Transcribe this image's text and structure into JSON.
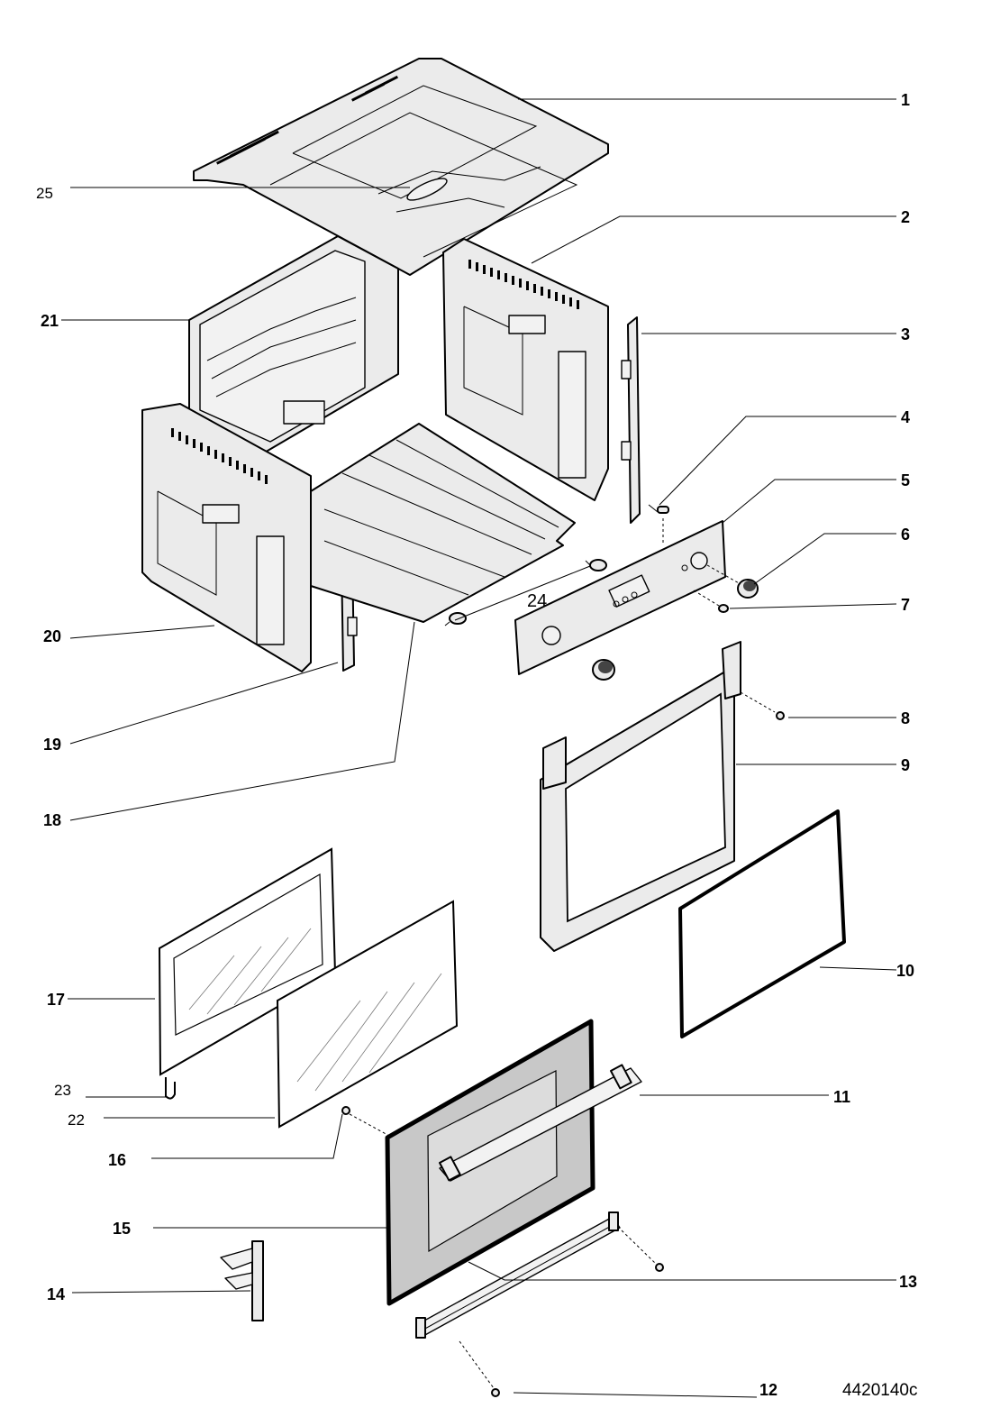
{
  "diagram": {
    "drawing_code": "4420140c",
    "callouts": [
      {
        "id": "c1",
        "label": "1",
        "weight": "bold"
      },
      {
        "id": "c2",
        "label": "2",
        "weight": "bold"
      },
      {
        "id": "c3",
        "label": "3",
        "weight": "bold"
      },
      {
        "id": "c4",
        "label": "4",
        "weight": "bold"
      },
      {
        "id": "c5",
        "label": "5",
        "weight": "bold"
      },
      {
        "id": "c6",
        "label": "6",
        "weight": "bold"
      },
      {
        "id": "c7",
        "label": "7",
        "weight": "bold"
      },
      {
        "id": "c8",
        "label": "8",
        "weight": "bold"
      },
      {
        "id": "c9",
        "label": "9",
        "weight": "bold"
      },
      {
        "id": "c10",
        "label": "10",
        "weight": "bold"
      },
      {
        "id": "c11",
        "label": "11",
        "weight": "bold"
      },
      {
        "id": "c12",
        "label": "12",
        "weight": "bold"
      },
      {
        "id": "c13",
        "label": "13",
        "weight": "bold"
      },
      {
        "id": "c14",
        "label": "14",
        "weight": "bold"
      },
      {
        "id": "c15",
        "label": "15",
        "weight": "bold"
      },
      {
        "id": "c16",
        "label": "16",
        "weight": "bold"
      },
      {
        "id": "c17",
        "label": "17",
        "weight": "bold"
      },
      {
        "id": "c18",
        "label": "18",
        "weight": "bold"
      },
      {
        "id": "c19",
        "label": "19",
        "weight": "bold"
      },
      {
        "id": "c20",
        "label": "20",
        "weight": "bold"
      },
      {
        "id": "c21",
        "label": "21",
        "weight": "bold"
      },
      {
        "id": "c22",
        "label": "22",
        "weight": "normal"
      },
      {
        "id": "c23",
        "label": "23",
        "weight": "normal"
      },
      {
        "id": "c24",
        "label": "24",
        "weight": "normal"
      },
      {
        "id": "c25",
        "label": "25",
        "weight": "normal"
      }
    ]
  }
}
